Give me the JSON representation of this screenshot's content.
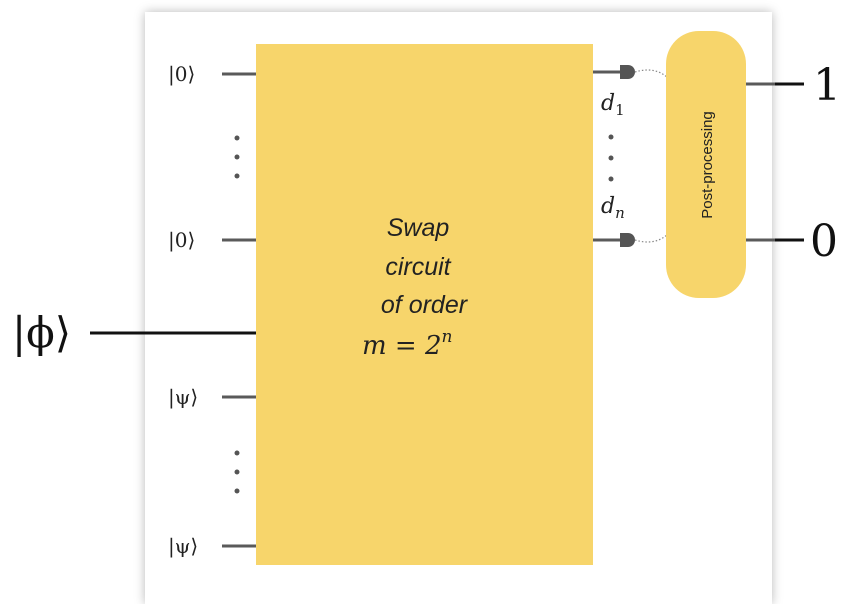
{
  "inputs": {
    "zero_top": "|0⟩",
    "zero_bottom": "|0⟩",
    "phi": "|ϕ⟩",
    "psi_top": "|ψ⟩",
    "psi_bottom": "|ψ⟩"
  },
  "swap_box": {
    "line1": "Swap",
    "line2": "circuit",
    "line3": "of order",
    "formula_m": "m = 2",
    "formula_exp": "n",
    "color": "#f7d56b"
  },
  "detectors": {
    "d1_base": "d",
    "d1_sub": "1",
    "dn_base": "d",
    "dn_sub": "n"
  },
  "post_processing": {
    "label": "Post-processing",
    "color": "#f7d56b"
  },
  "outputs": {
    "top": "1",
    "bottom": "0"
  }
}
